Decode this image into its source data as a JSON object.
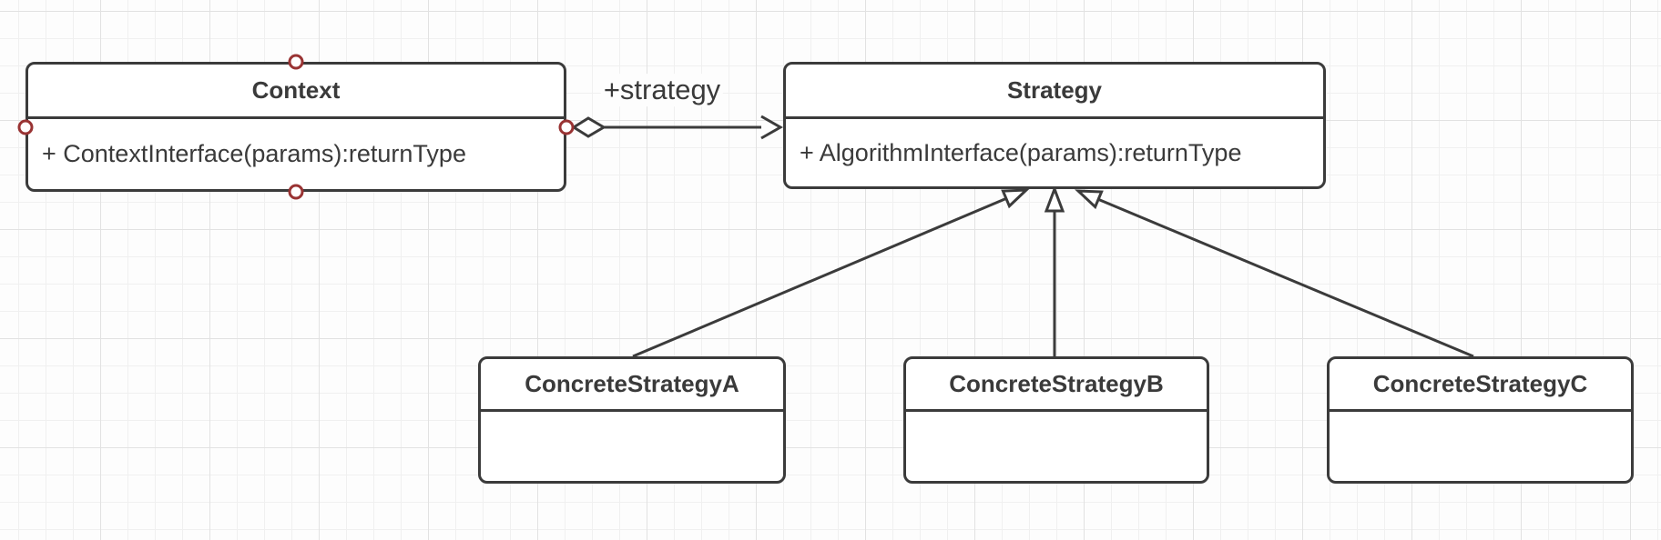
{
  "diagram": {
    "kind": "uml-class-diagram",
    "pattern": "Strategy"
  },
  "nodes": {
    "context": {
      "title": "Context",
      "member": "+ ContextInterface(params):returnType"
    },
    "strategy": {
      "title": "Strategy",
      "member": "+ AlgorithmInterface(params):returnType"
    },
    "concrete_a": {
      "title": "ConcreteStrategyA",
      "member": ""
    },
    "concrete_b": {
      "title": "ConcreteStrategyB",
      "member": ""
    },
    "concrete_c": {
      "title": "ConcreteStrategyC",
      "member": ""
    }
  },
  "edges": {
    "aggregation": {
      "kind": "aggregation",
      "from": "Context",
      "to": "Strategy",
      "label": "+strategy"
    },
    "inherit_a": {
      "kind": "generalization",
      "from": "ConcreteStrategyA",
      "to": "Strategy",
      "label": ""
    },
    "inherit_b": {
      "kind": "generalization",
      "from": "ConcreteStrategyB",
      "to": "Strategy",
      "label": ""
    },
    "inherit_c": {
      "kind": "generalization",
      "from": "ConcreteStrategyC",
      "to": "Strategy",
      "label": ""
    }
  },
  "theme": {
    "canvas_bg": "#fdfdfd",
    "grid_minor": "#f0f0f0",
    "grid_major": "#e2e2e2",
    "node_fill": "#ffffff",
    "stroke": "#3b3b3b",
    "text": "#3a3a3a",
    "handle": "#993333"
  }
}
